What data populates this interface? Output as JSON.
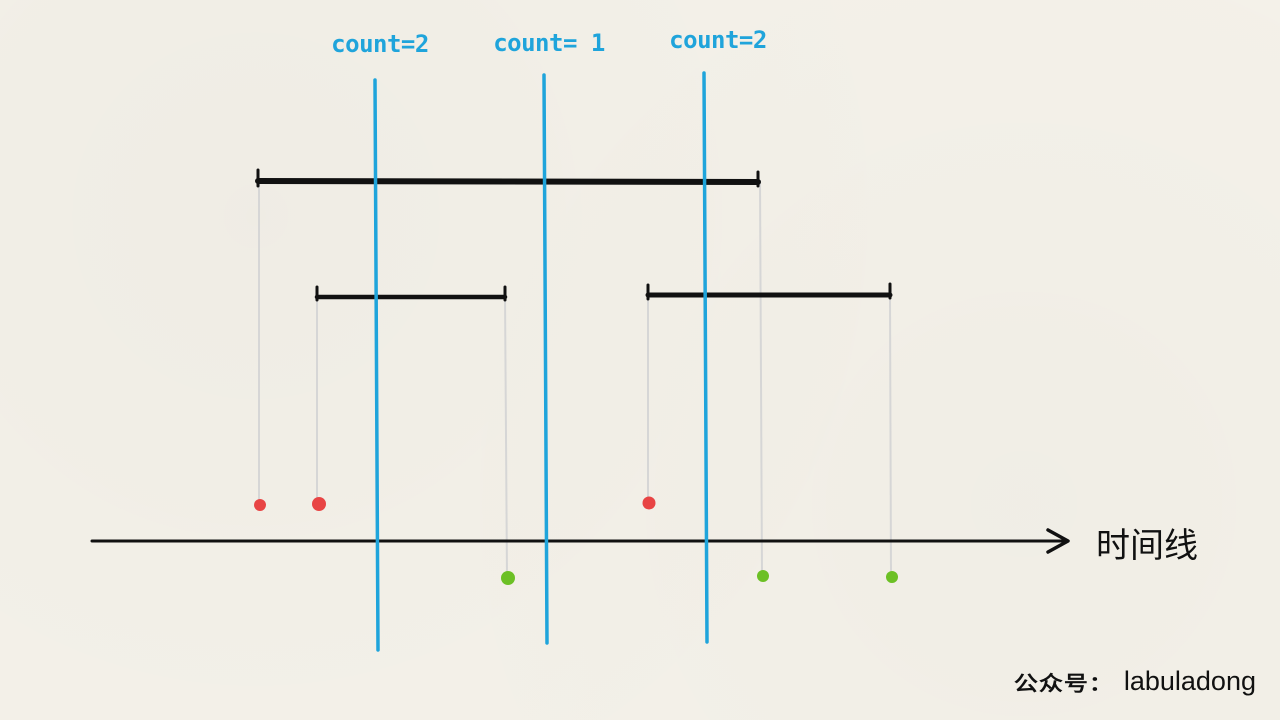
{
  "axis": {
    "label": "时间线"
  },
  "sweep_lines": [
    {
      "label": "count=2"
    },
    {
      "label": "count= 1"
    },
    {
      "label": "count=2"
    }
  ],
  "watermark": {
    "prefix": "公众号：",
    "name": "labuladong"
  },
  "colors": {
    "sweep": "#1fa4db",
    "start_dot": "#e84444",
    "end_dot": "#6cc025",
    "interval": "#111111",
    "drop_line": "#d6d6d6",
    "background": "#f4f1e9"
  }
}
